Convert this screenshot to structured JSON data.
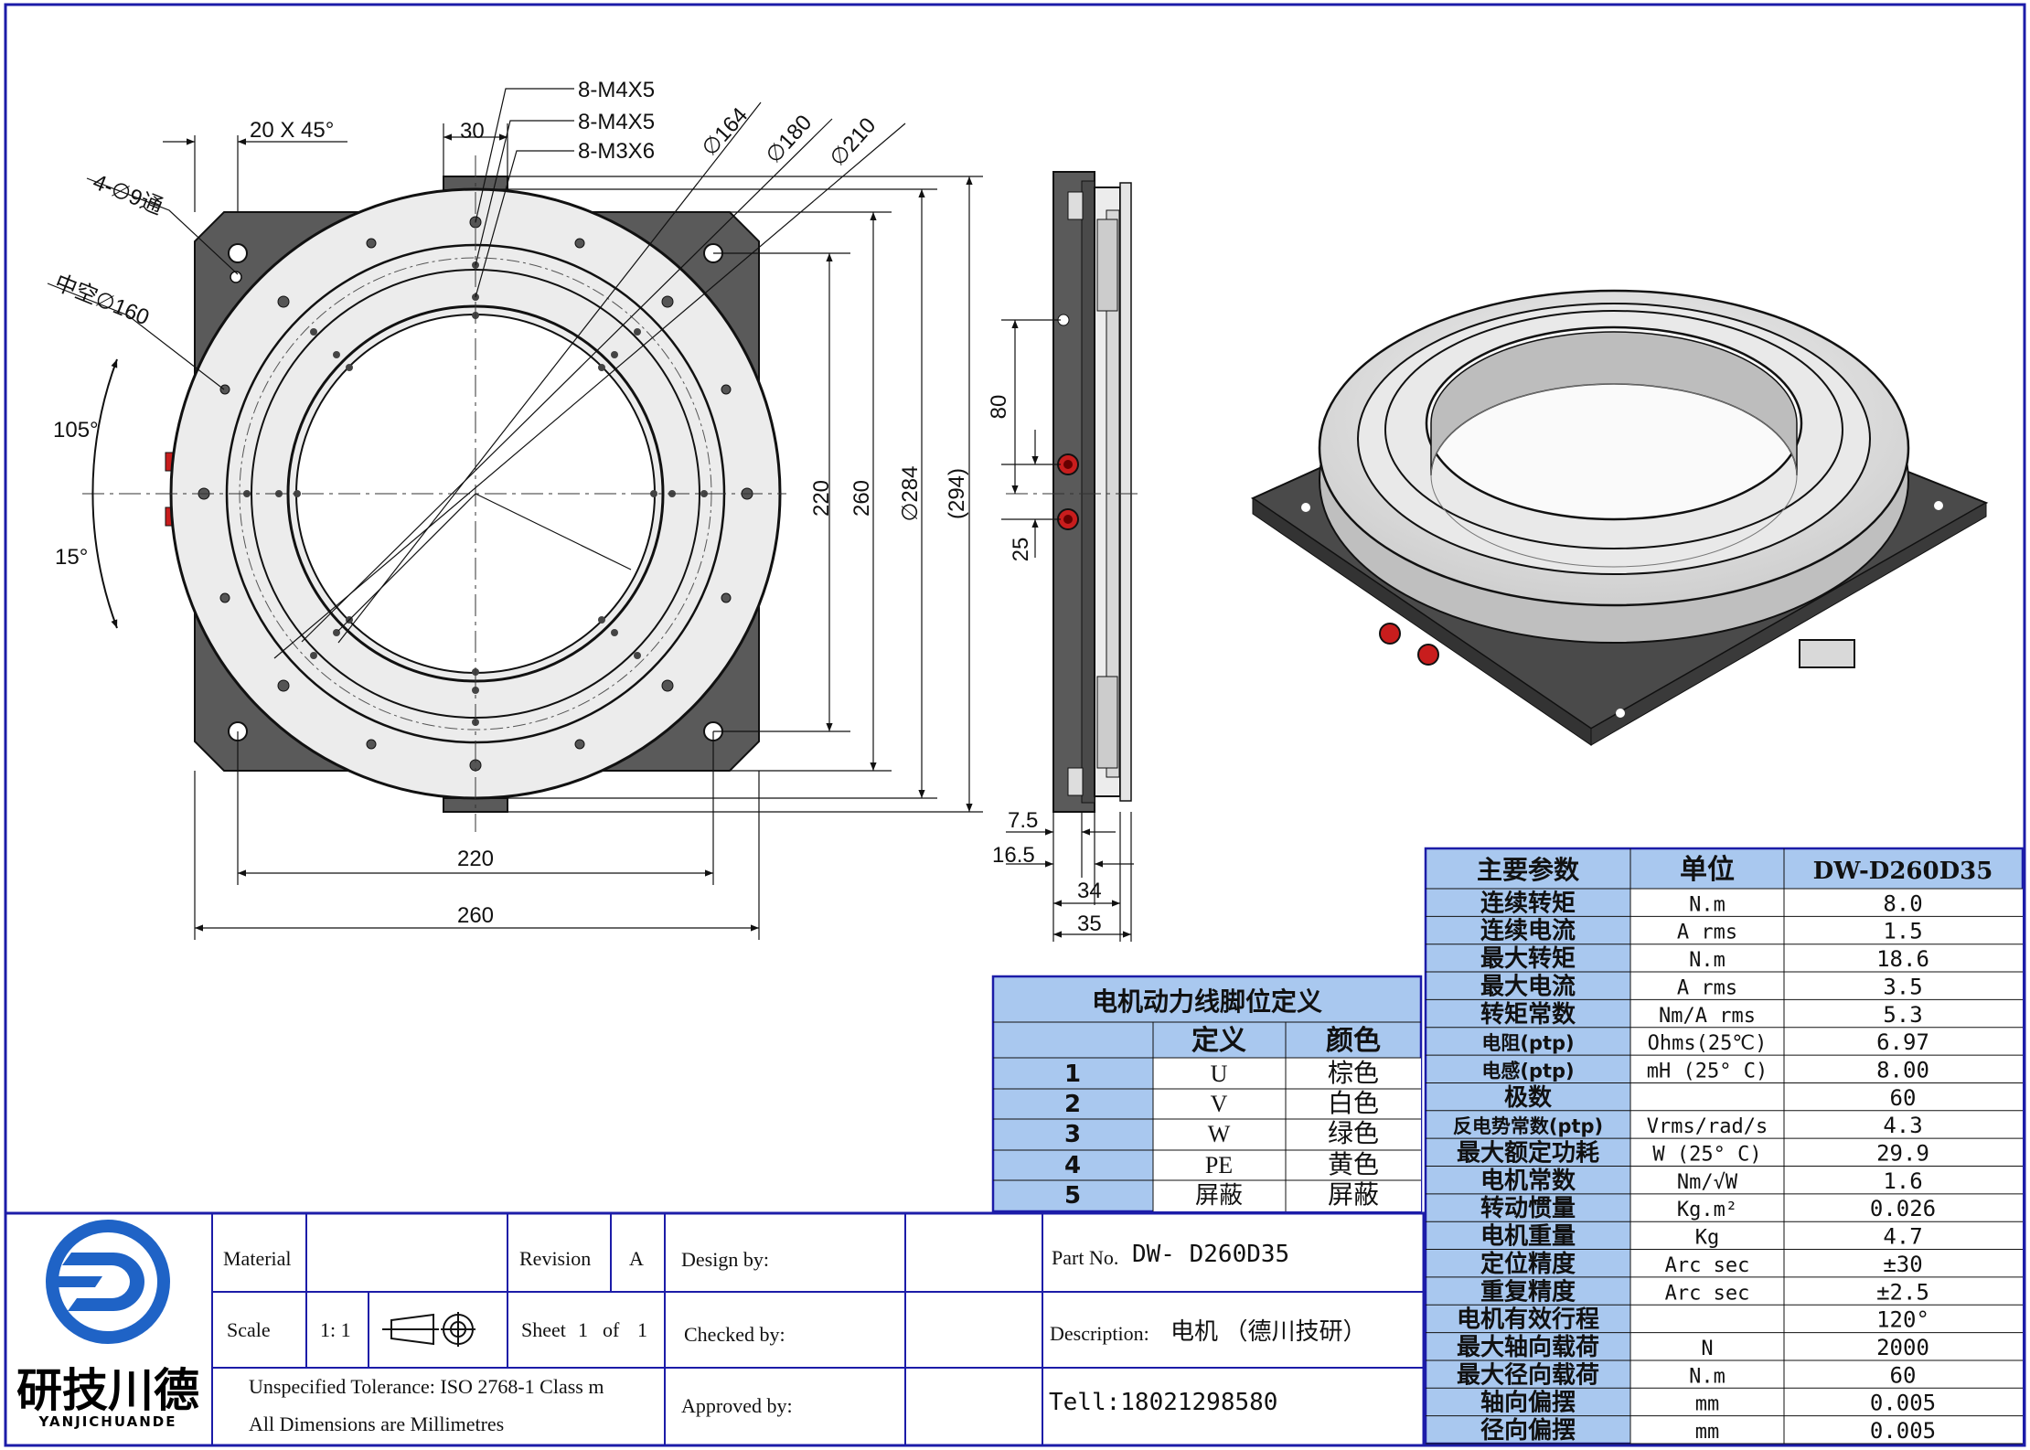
{
  "colors": {
    "frame": "#1c1ca8",
    "table_header": "#a9c8ef",
    "logo": "#1f63c6",
    "part_dark": "#5a5a5a",
    "part_light": "#ececec",
    "connector": "#c81d1d"
  },
  "dimensions": {
    "holes_1": "8-M4X5",
    "holes_2": "8-M4X5",
    "holes_3": "8-M3X6",
    "chamfer": "20 X 45°",
    "width_30": "30",
    "through_holes": "4-∅9通",
    "hollow": "中空∅160",
    "dia_164": "∅164",
    "dia_180": "∅180",
    "dia_210": "∅210",
    "angle_105": "105°",
    "angle_15": "15°",
    "v220": "220",
    "v260": "260",
    "v284": "∅284",
    "v294": "(294)",
    "h220": "220",
    "h260": "260",
    "side_80": "80",
    "side_25": "25",
    "side_7_5": "7.5",
    "side_16_5": "16.5",
    "side_34": "34",
    "side_35": "35"
  },
  "pin_table": {
    "title": "电机动力线脚位定义",
    "headers": [
      "",
      "定义",
      "颜色"
    ],
    "rows": [
      [
        "1",
        "U",
        "棕色"
      ],
      [
        "2",
        "V",
        "白色"
      ],
      [
        "3",
        "W",
        "绿色"
      ],
      [
        "4",
        "PE",
        "黄色"
      ],
      [
        "5",
        "屏蔽",
        "屏蔽"
      ]
    ]
  },
  "spec_table": {
    "headers": [
      "主要参数",
      "单位",
      "DW-D260D35"
    ],
    "rows": [
      [
        "连续转矩",
        "N.m",
        "8.0"
      ],
      [
        "连续电流",
        "A rms",
        "1.5"
      ],
      [
        "最大转矩",
        "N.m",
        "18.6"
      ],
      [
        "最大电流",
        "A rms",
        "3.5"
      ],
      [
        "转矩常数",
        "Nm/A rms",
        "5.3"
      ],
      [
        "电阻(ptp)",
        "Ohms(25℃)",
        "6.97"
      ],
      [
        "电感(ptp)",
        "mH (25° C)",
        "8.00"
      ],
      [
        "极数",
        "",
        "60"
      ],
      [
        "反电势常数(ptp)",
        "Vrms/rad/s",
        "4.3"
      ],
      [
        "最大额定功耗",
        "W (25° C)",
        "29.9"
      ],
      [
        "电机常数",
        "Nm/√W",
        "1.6"
      ],
      [
        "转动惯量",
        "Kg.m²",
        "0.026"
      ],
      [
        "电机重量",
        "Kg",
        "4.7"
      ],
      [
        "定位精度",
        "Arc sec",
        "±30"
      ],
      [
        "重复精度",
        "Arc sec",
        "±2.5"
      ],
      [
        "电机有效行程",
        "",
        "120°"
      ],
      [
        "最大轴向载荷",
        "N",
        "2000"
      ],
      [
        "最大径向载荷",
        "N.m",
        "60"
      ],
      [
        "轴向偏摆",
        "mm",
        "0.005"
      ],
      [
        "径向偏摆",
        "mm",
        "0.005"
      ]
    ]
  },
  "title_block": {
    "logo_cn": "研技川德",
    "logo_en": "YANJICHUANDE",
    "material_label": "Material",
    "material_value": "",
    "revision_label": "Revision",
    "revision_value": "A",
    "scale_label": "Scale",
    "scale_value": "1: 1",
    "sheet_label": "Sheet",
    "sheet_value": "1",
    "sheet_of": "of",
    "sheet_total": "1",
    "tolerance": "Unspecified Tolerance: ISO 2768-1 Class m",
    "units": "All Dimensions  are Millimetres",
    "design_by": "Design by:",
    "checked_by": "Checked by:",
    "approved_by": "Approved by:",
    "part_no_label": "Part No.",
    "part_no": "DW- D260D35",
    "description_label": "Description:",
    "description": "电机  （德川技研）",
    "tel": "Tell:18021298580"
  }
}
